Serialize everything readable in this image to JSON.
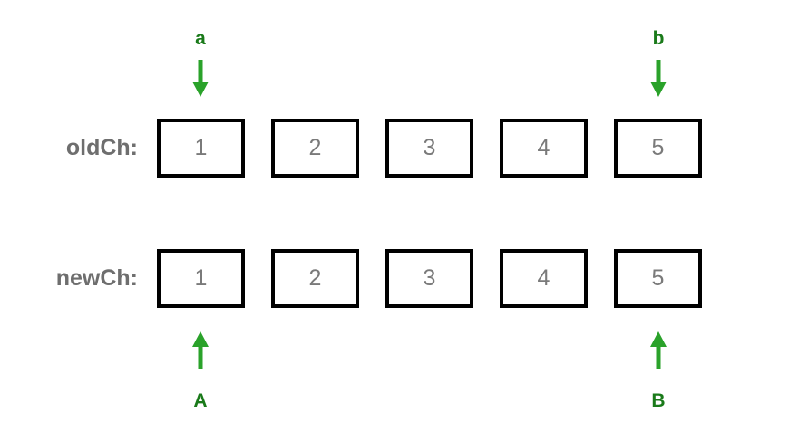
{
  "diagram": {
    "title": "oldCh / newCh pointer diagram",
    "background_color": "#ffffff",
    "box_border_color": "#000000",
    "value_color": "#7a7a7a",
    "row_label_color": "#6e6e6e",
    "arrow_color": "#2aa22a",
    "marker_label_color": "#1a7a1a"
  },
  "rows": [
    {
      "key": "oldch",
      "label": "oldCh:",
      "cells": [
        "1",
        "2",
        "3",
        "4",
        "5"
      ]
    },
    {
      "key": "newch",
      "label": "newCh:",
      "cells": [
        "1",
        "2",
        "3",
        "4",
        "5"
      ]
    }
  ],
  "markers": {
    "top": [
      {
        "name": "a",
        "label": "a",
        "direction": "down",
        "target_index": 0
      },
      {
        "name": "b",
        "label": "b",
        "direction": "down",
        "target_index": 4
      }
    ],
    "bottom": [
      {
        "name": "A",
        "label": "A",
        "direction": "up",
        "target_index": 0
      },
      {
        "name": "B",
        "label": "B",
        "direction": "up",
        "target_index": 4
      }
    ]
  }
}
